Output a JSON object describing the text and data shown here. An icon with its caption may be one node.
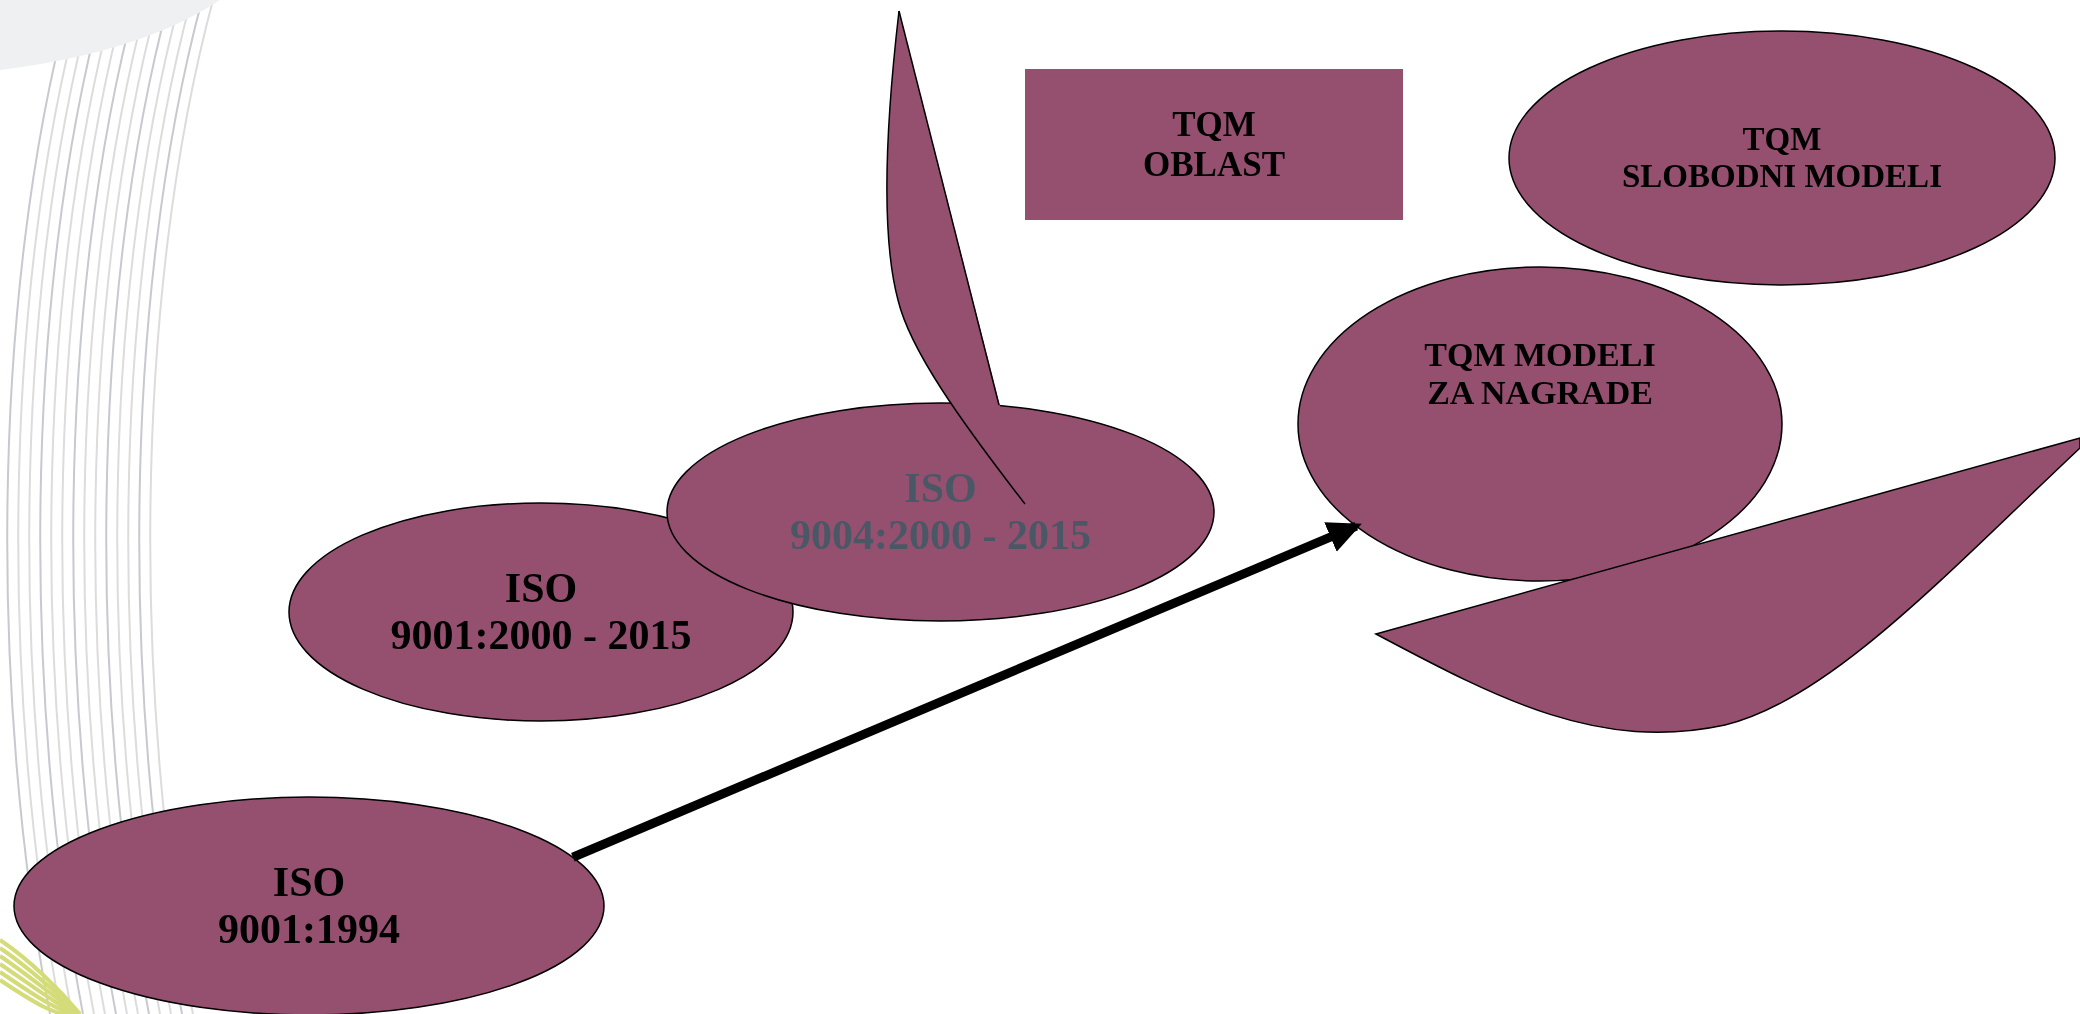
{
  "diagram": {
    "nodes": [
      {
        "text": [
          "ISO",
          "9001:1994"
        ]
      },
      {
        "text": [
          "ISO",
          "9001:2000 - 2015"
        ]
      },
      {
        "text": [
          "ISO",
          "9004:2000 - 2015"
        ]
      },
      {
        "text": [
          "TQM",
          "OBLAST"
        ]
      },
      {
        "text": [
          "TQM",
          "SLOBODNI MODELI"
        ]
      },
      {
        "text": [
          "TQM MODELI ZA NAGRADE"
        ]
      }
    ],
    "edges": [
      {
        "from": 0,
        "to": 5,
        "arrow": "to"
      }
    ]
  }
}
